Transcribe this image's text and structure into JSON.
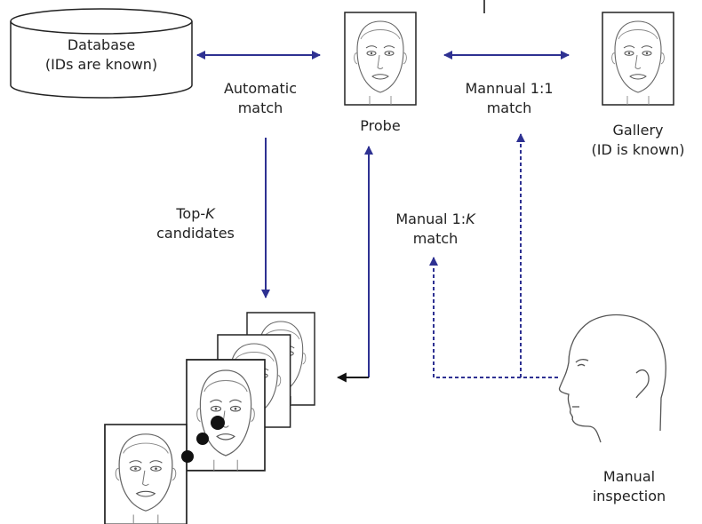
{
  "colors": {
    "arrow_blue": "#2e3192",
    "line_black": "#111111",
    "sketch_gray": "#666666",
    "frame_black": "#222222"
  },
  "database": {
    "line1": "Database",
    "line2": "(IDs are known)"
  },
  "probe": {
    "label": "Probe"
  },
  "gallery": {
    "line1": "Gallery",
    "line2": "(ID is known)"
  },
  "automatic_match": {
    "line1": "Automatic",
    "line2": "match"
  },
  "manual_1to1": {
    "line1": "Mannual 1:1",
    "line2": "match"
  },
  "topk": {
    "line1_prefix": "Top-",
    "line1_italic": "K",
    "line2": "candidates"
  },
  "manual_1toK": {
    "line1_prefix": "Manual 1:",
    "line1_italic": "K",
    "line2": "match"
  },
  "manual_inspection": {
    "line1": "Manual",
    "line2": "inspection"
  },
  "icons": {
    "database": "cylinder-database-icon",
    "face": "face-sketch-icon",
    "head_profile": "head-profile-icon"
  }
}
